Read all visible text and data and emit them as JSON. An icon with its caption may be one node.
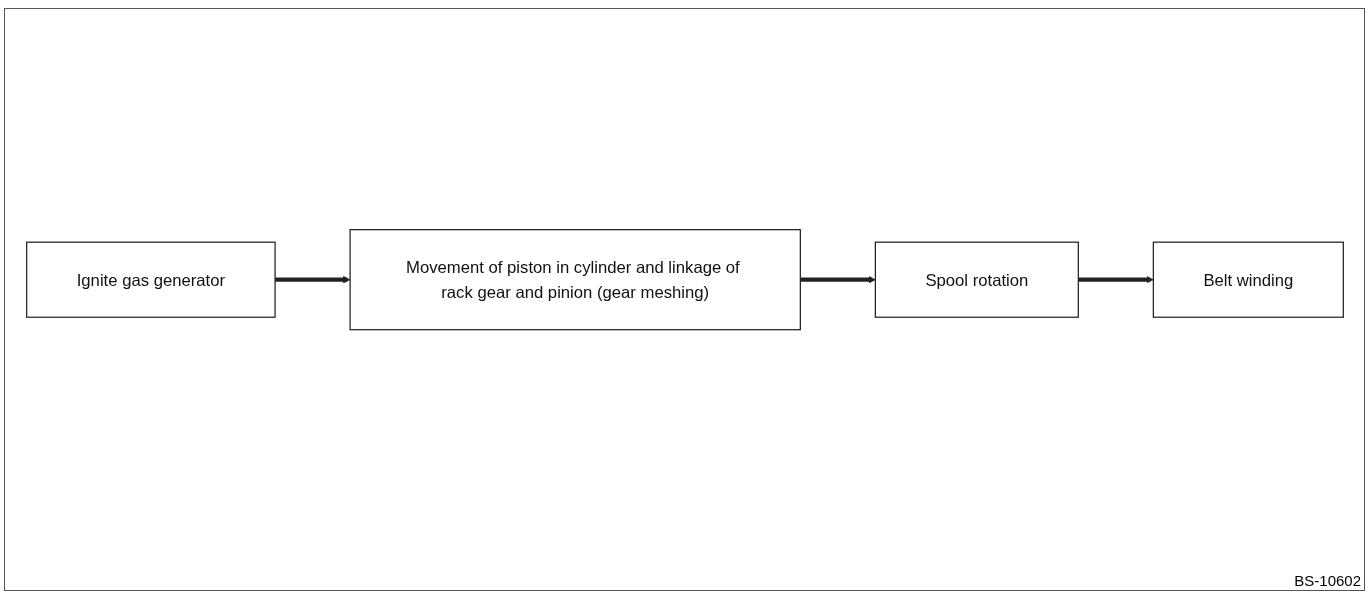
{
  "diagram": {
    "nodes": [
      {
        "text": [
          "Ignite gas generator"
        ]
      },
      {
        "text": [
          "Movement of piston in cylinder and linkage of rack gear and pinion (gear meshing)"
        ]
      },
      {
        "text": [
          "Belt winding"
        ]
      },
      {
        "text": [
          "Spool rotation"
        ]
      }
    ],
    "edges": [
      {
        "from": 0,
        "to": 1,
        "arrow": "to"
      },
      {
        "from": 1,
        "to": 3,
        "arrow": "to"
      },
      {
        "from": 3,
        "to": 2,
        "arrow": "to"
      }
    ],
    "labels": [
      "BS-10602"
    ]
  }
}
